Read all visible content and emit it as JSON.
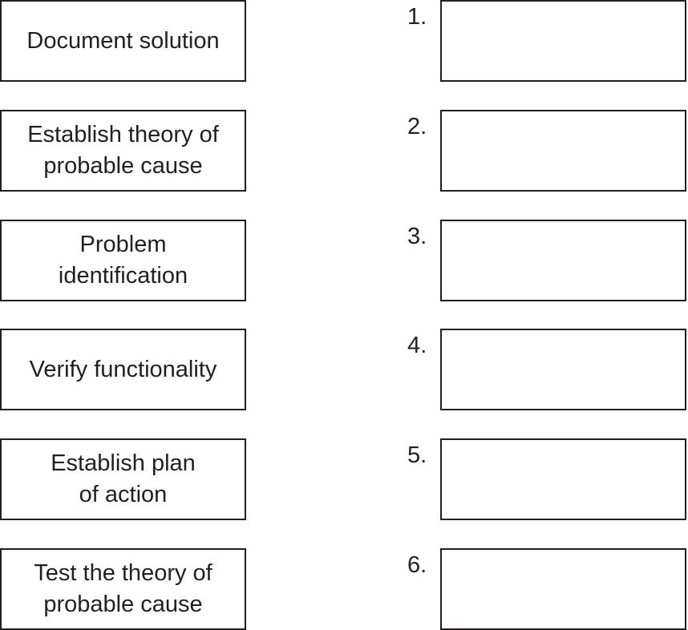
{
  "steps": [
    {
      "text": "Document solution"
    },
    {
      "text": "Establish theory of\nprobable cause"
    },
    {
      "text": "Problem\nidentification"
    },
    {
      "text": "Verify functionality"
    },
    {
      "text": "Establish plan\nof action"
    },
    {
      "text": "Test the theory of\nprobable cause"
    }
  ],
  "slots": [
    {
      "number": "1."
    },
    {
      "number": "2."
    },
    {
      "number": "3."
    },
    {
      "number": "4."
    },
    {
      "number": "5."
    },
    {
      "number": "6."
    }
  ]
}
